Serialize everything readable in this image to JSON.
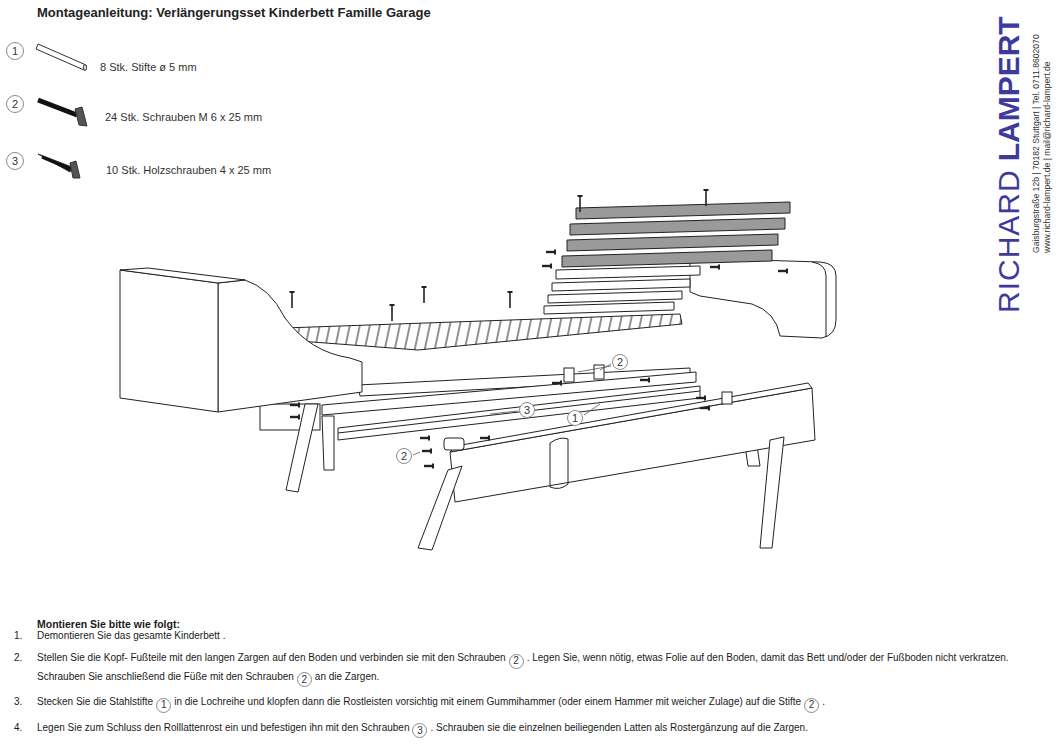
{
  "diagram": {
    "title": "Montageanleitung: Verlängerungsset Kinderbett Famille Garage",
    "nodes": [
      {
        "text": [
          "1"
        ]
      },
      {
        "text": [
          "2"
        ]
      },
      {
        "text": [
          "3"
        ]
      },
      {
        "text": [
          "2"
        ]
      },
      {
        "text": [
          "3"
        ]
      },
      {
        "text": [
          "1"
        ]
      },
      {
        "text": [
          "2"
        ]
      },
      {
        "text": [
          "2"
        ]
      },
      {
        "text": [
          "2"
        ]
      },
      {
        "text": [
          "1"
        ]
      },
      {
        "text": [
          "2"
        ]
      },
      {
        "text": [
          "3"
        ]
      }
    ],
    "labels": [
      "8 Stk. Stifte ø 5 mm",
      "24 Stk. Schrauben M 6 x 25 mm",
      "10 Stk. Holzschrauben 4 x 25 mm",
      "Montieren Sie bitte wie folgt:",
      "1.",
      "Demontieren Sie das gesamte Kinderbett .",
      "2.",
      "Stellen Sie die Kopf- Fußteile mit den langen Zargen auf den Boden und verbinden sie mit den Schrauben",
      ". Legen Sie, wenn nötig, etwas Folie auf den Boden, damit das Bett und/oder der Fußboden nicht verkratzen. Schrauben Sie anschließend die Füße mit den Schrauben",
      "an die Zargen.",
      "3.",
      "Stecken Sie die Stahlstifte",
      "in die Lochreihe und klopfen dann die Rostleisten vorsichtig mit einem Gummihammer (oder einem Hammer mit weicher Zulage) auf die Stifte",
      ".",
      "4.",
      "Legen Sie zum Schluss den Rolllattenrost ein und befestigen ihn mit den Schrauben",
      ". Schrauben sie die einzelnen beiliegenden Latten als Rostergänzung auf die Zargen.",
      "RICHARD",
      "LAMPERT",
      "Gaisburgstraße 12b | 70182 Stuttgart | Tel. 0711.8602070",
      "www.richard-lampert.de | mail@richard-lampert.de"
    ]
  }
}
